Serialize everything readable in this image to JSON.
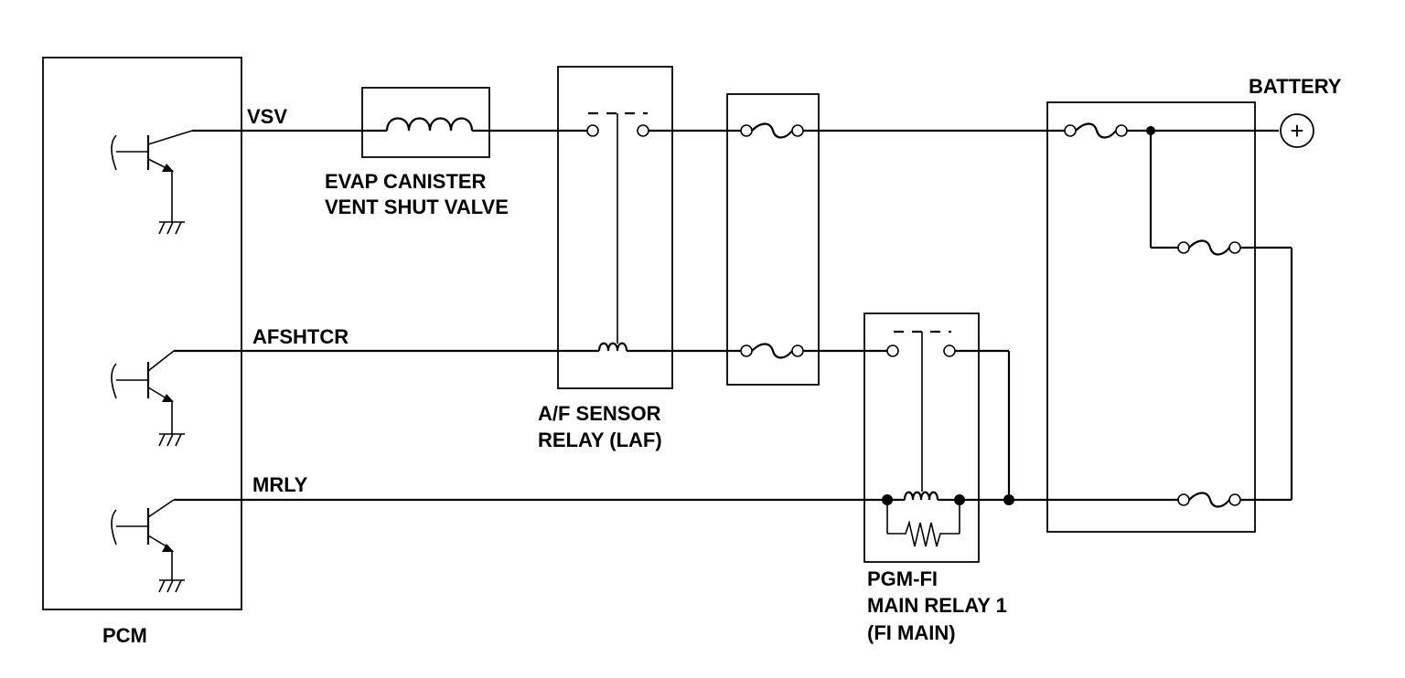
{
  "labels": {
    "pcm": "PCM",
    "vsv": "VSV",
    "afshtcr": "AFSHTCR",
    "mrly": "MRLY",
    "evap_line1": "EVAP CANISTER",
    "evap_line2": "VENT SHUT VALVE",
    "af_relay_line1": "A/F SENSOR",
    "af_relay_line2": "RELAY (LAF)",
    "main_relay_line1": "PGM-FI",
    "main_relay_line2": "MAIN RELAY 1",
    "main_relay_line3": "(FI MAIN)",
    "battery": "BATTERY",
    "battery_symbol": "+"
  }
}
